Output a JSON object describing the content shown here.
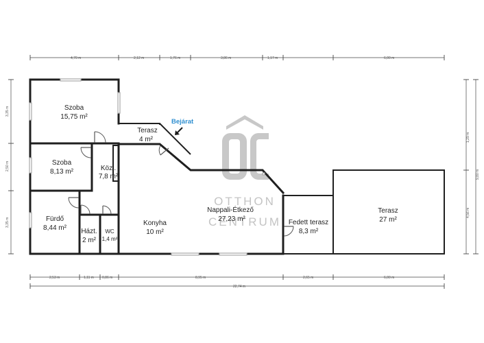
{
  "rooms": {
    "szoba1": {
      "name": "Szoba",
      "area": "15,75 m²"
    },
    "szoba2": {
      "name": "Szoba",
      "area": "8,13 m²"
    },
    "kozl": {
      "name": "Közl.",
      "area": "7,8 m²"
    },
    "furdo": {
      "name": "Fürdő",
      "area": "8,44 m²"
    },
    "hazt": {
      "name": "Házt.",
      "area": "2 m²"
    },
    "wc": {
      "name": "WC",
      "area": "1,4 m²"
    },
    "konyha": {
      "name": "Konyha",
      "area": "10 m²"
    },
    "nappali": {
      "name": "Nappali-Étkező",
      "area": "27,23 m²"
    },
    "terasz_small": {
      "name": "Terasz",
      "area": "4 m²"
    },
    "fedett": {
      "name": "Fedett terasz",
      "area": "8,3 m²"
    },
    "terasz_big": {
      "name": "Terasz",
      "area": "27 m²"
    }
  },
  "entrance": {
    "label": "Bejárat",
    "color": "#2f8fd0"
  },
  "dimensions": {
    "top": [
      "4,70 m",
      "2,12 m",
      "1,76 m",
      "3,86 m",
      "1,17 m",
      "6,00 m"
    ],
    "bottom": [
      "2,53 m",
      "1,11 m",
      "0,86 m",
      "8,95 m",
      "2,65 m",
      "6,00 m"
    ],
    "total": "22,74 m",
    "left": [
      "3,35 m",
      "2,50 m",
      "3,35 m"
    ],
    "right": [
      "1,29 m",
      "4,56 m"
    ],
    "right_total": "9,80 m"
  },
  "watermark": {
    "line1": "OTTHON",
    "line2": "CENTRUM",
    "logo": "oc-logo-icon"
  }
}
